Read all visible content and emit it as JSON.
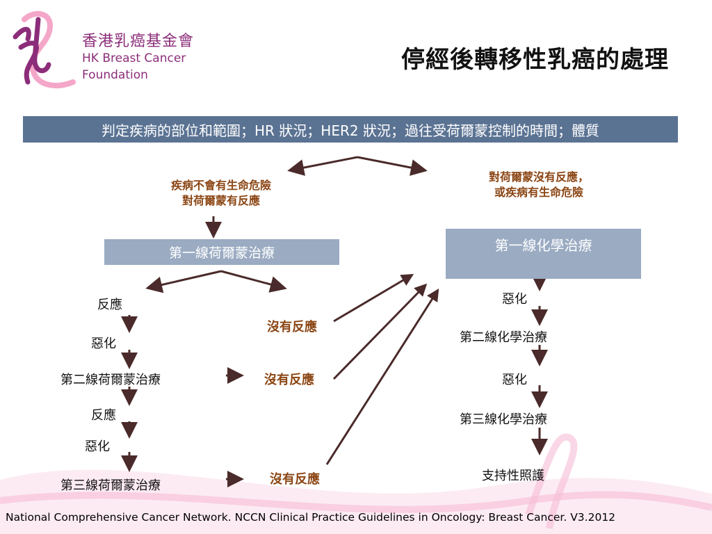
{
  "logo": {
    "name_cn": "香港乳癌基金會",
    "name_en_line1": "HK Breast Cancer",
    "name_en_line2": "Foundation",
    "icon": "pink-ribbon-icon",
    "brand_color": "#8c2d7a",
    "ribbon_color": "#f4a7c8"
  },
  "title": "停經後轉移性乳癌的處理",
  "banner": "判定疾病的部位和範圍；HR 狀況；HER2 狀況；過往受荷爾蒙控制的時間；體質",
  "left_branch": {
    "condition_line1": "疾病不會有生命危險",
    "condition_line2": "對荷爾蒙有反應",
    "first_line": "第一線荷爾蒙治療",
    "response1": "反應",
    "no_response1": "沒有反應",
    "progression1": "惡化",
    "second_line": "第二線荷爾蒙治療",
    "no_response2": "沒有反應",
    "response2": "反應",
    "progression2": "惡化",
    "third_line": "第三線荷爾蒙治療",
    "no_response3": "沒有反應"
  },
  "right_branch": {
    "condition_line1": "對荷爾蒙沒有反應，",
    "condition_line2": "或疾病有生命危險",
    "first_line": "第一線化學治療",
    "progression1": "惡化",
    "second_line": "第二線化學治療",
    "progression2": "惡化",
    "third_line": "第三線化學治療",
    "supportive": "支持性照護"
  },
  "footer": "National Comprehensive Cancer Network. NCCN Clinical Practice Guidelines in Oncology: Breast Cancer. V3.2012",
  "colors": {
    "banner": "#5b7393",
    "box": "#9aabc2",
    "condition_text": "#8b4513",
    "arrow": "#4a2a2a"
  }
}
